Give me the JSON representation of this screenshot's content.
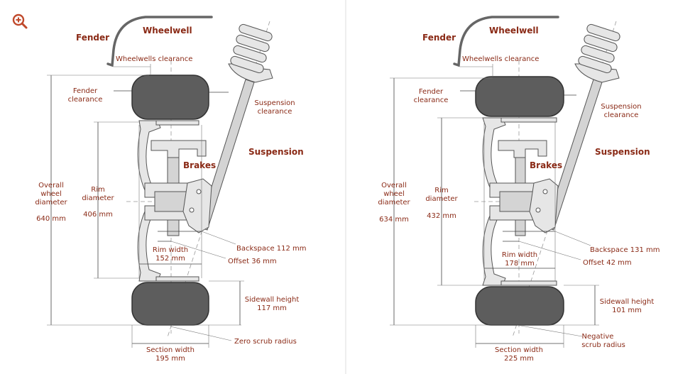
{
  "colors": {
    "label": "#8a2a16",
    "tire": "#5d5d5d",
    "divider": "#dddddd"
  },
  "toolbar": {
    "zoom_icon": "zoom-in-icon"
  },
  "left": {
    "fender": "Fender",
    "wheelwell": "Wheelwell",
    "wheelwells_clearance": "Wheelwells clearance",
    "fender_clearance_1": "Fender",
    "fender_clearance_2": "clearance",
    "suspension_clearance_1": "Suspension",
    "suspension_clearance_2": "clearance",
    "suspension": "Suspension",
    "brakes": "Brakes",
    "overall_1": "Overall",
    "overall_2": "wheel",
    "overall_3": "diameter",
    "overall_value": "640 mm",
    "rim_1": "Rim",
    "rim_2": "diameter",
    "rim_value": "406 mm",
    "rim_width_1": "Rim width",
    "rim_width_2": "152 mm",
    "backspace": "Backspace 112 mm",
    "offset": "Offset 36 mm",
    "sidewall_1": "Sidewall height",
    "sidewall_2": "117 mm",
    "section_1": "Section width",
    "section_2": "195 mm",
    "scrub": "Zero scrub radius"
  },
  "right": {
    "fender": "Fender",
    "wheelwell": "Wheelwell",
    "wheelwells_clearance": "Wheelwells clearance",
    "fender_clearance_1": "Fender",
    "fender_clearance_2": "clearance",
    "suspension_clearance_1": "Suspension",
    "suspension_clearance_2": "clearance",
    "suspension": "Suspension",
    "brakes": "Brakes",
    "overall_1": "Overall",
    "overall_2": "wheel",
    "overall_3": "diameter",
    "overall_value": "634 mm",
    "rim_1": "Rim",
    "rim_2": "diameter",
    "rim_value": "432 mm",
    "rim_width_1": "Rim width",
    "rim_width_2": "178 mm",
    "backspace": "Backspace 131 mm",
    "offset": "Offset 42 mm",
    "sidewall_1": "Sidewall height",
    "sidewall_2": "101 mm",
    "section_1": "Section width",
    "section_2": "225 mm",
    "scrub_1": "Negative",
    "scrub_2": "scrub radius"
  }
}
